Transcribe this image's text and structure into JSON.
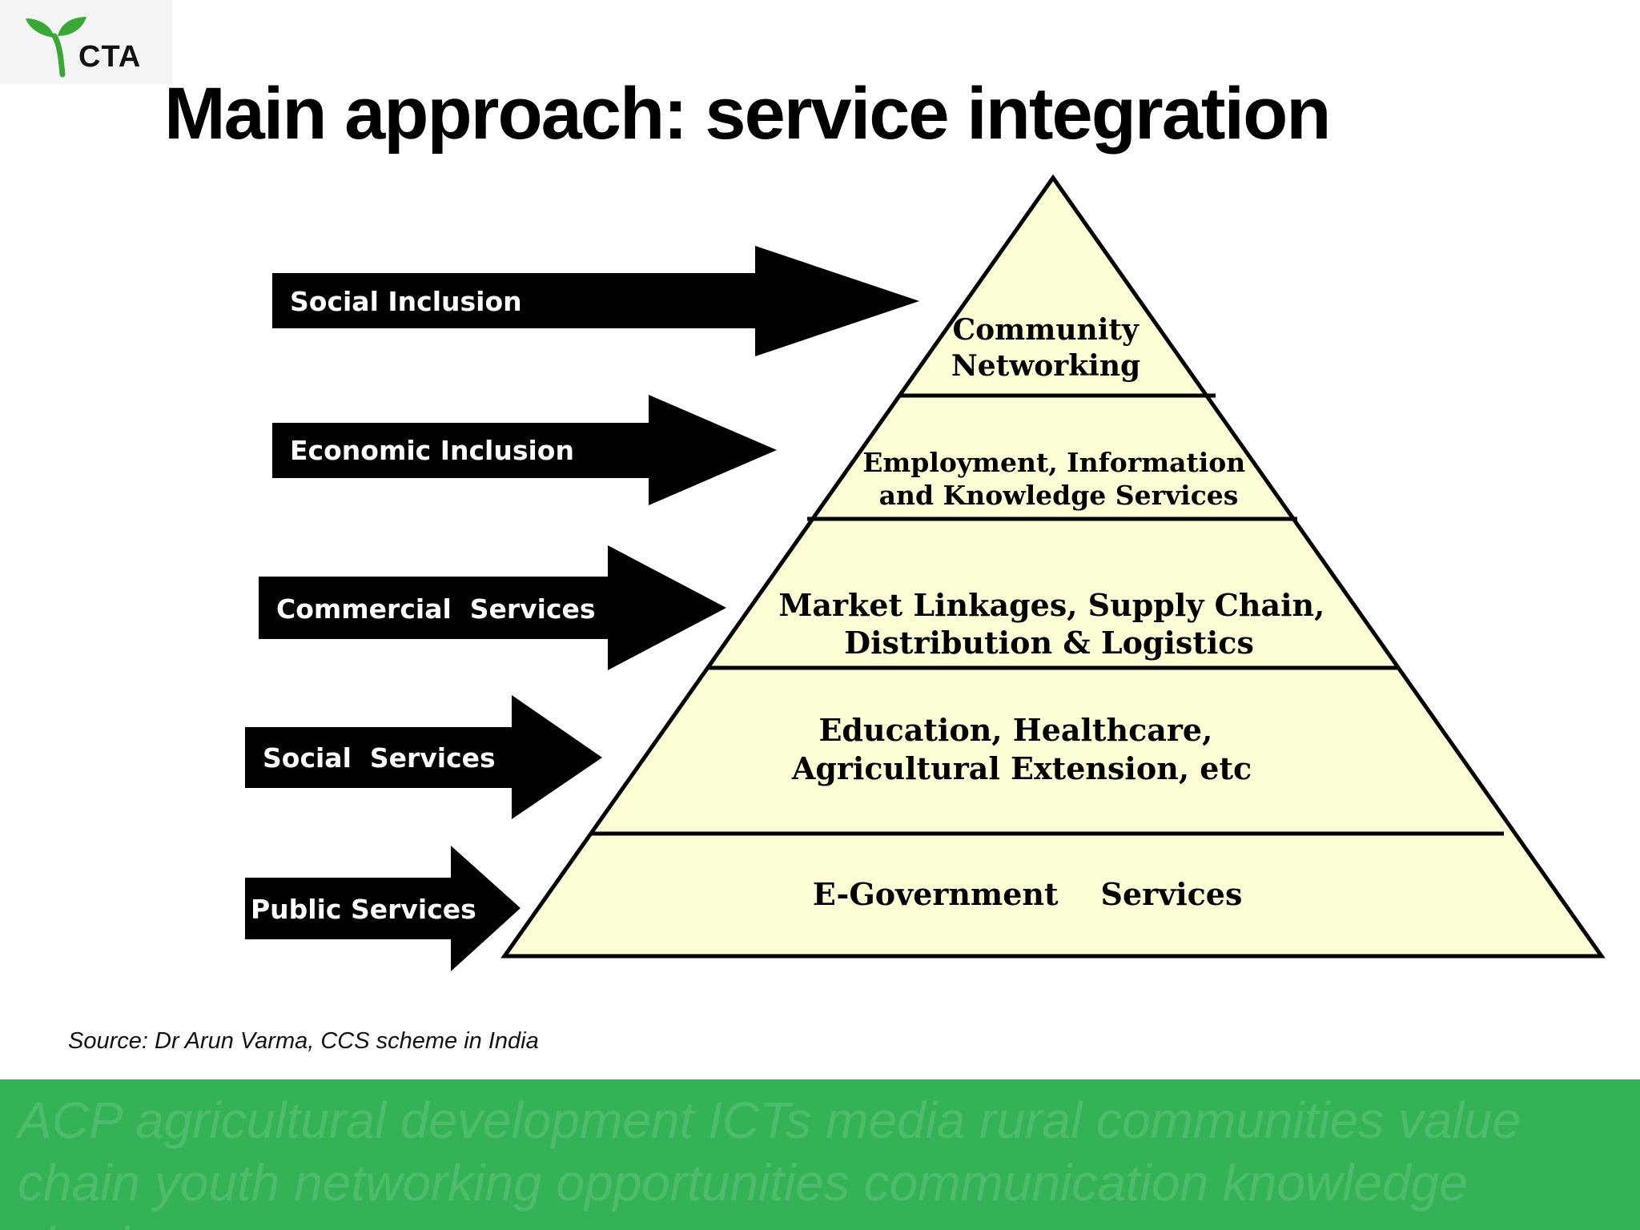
{
  "logo": {
    "text": "CTA"
  },
  "title": "Main approach: service integration",
  "arrows": [
    {
      "label": "Social Inclusion"
    },
    {
      "label": "Economic Inclusion"
    },
    {
      "label": "Commercial  Services"
    },
    {
      "label": "Social  Services"
    },
    {
      "label": "Public Services"
    }
  ],
  "pyramid": {
    "levels": [
      {
        "lines": [
          "Community",
          "Networking"
        ]
      },
      {
        "lines": [
          "Employment, Information",
          "and Knowledge Services"
        ]
      },
      {
        "lines": [
          "Market Linkages, Supply Chain,",
          "Distribution & Logistics"
        ]
      },
      {
        "lines": [
          "Education, Healthcare,",
          "Agricultural Extension, etc"
        ]
      },
      {
        "lines": [
          "E-Government    Services"
        ]
      }
    ]
  },
  "source": "Source: Dr Arun Varma, CCS scheme in India",
  "footer_text": "ACP agricultural development ICTs media rural communities value chain  youth  networking opportunities communication knowledge sharing",
  "colors": {
    "pyramid_fill": "#ffffd6",
    "footer_green": "#34b356",
    "arrow": "#000000"
  }
}
